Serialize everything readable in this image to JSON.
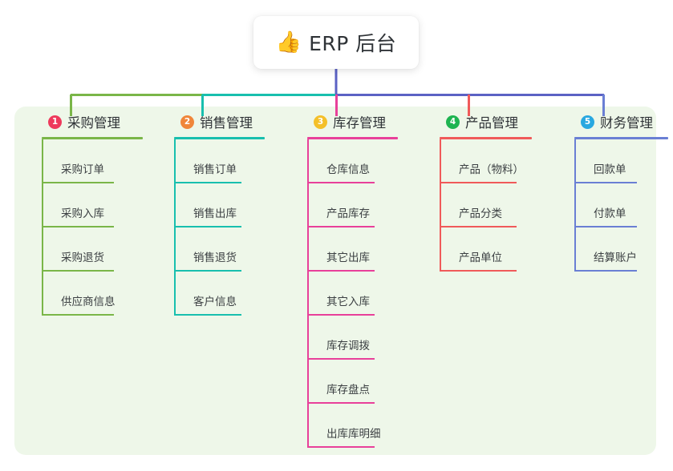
{
  "root": {
    "icon": "thumbs-up-icon",
    "icon_glyph": "👍",
    "title": "ERP 后台"
  },
  "panel": {
    "background_color": "#eef7e9"
  },
  "connectors": {
    "trunk_color": "#5b62c4",
    "left_bus_color": "#7ab648",
    "mid_bus_color": "#18bfae",
    "right_bus_color": "#5b62c4"
  },
  "columns": [
    {
      "number": "1",
      "title": "采购管理",
      "badge_color": "#ee3a5c",
      "line_color": "#7ab648",
      "items": [
        {
          "label": "采购订单"
        },
        {
          "label": "采购入库"
        },
        {
          "label": "采购退货"
        },
        {
          "label": "供应商信息"
        }
      ]
    },
    {
      "number": "2",
      "title": "销售管理",
      "badge_color": "#f0863a",
      "line_color": "#18bfae",
      "items": [
        {
          "label": "销售订单"
        },
        {
          "label": "销售出库"
        },
        {
          "label": "销售退货"
        },
        {
          "label": "客户信息"
        }
      ]
    },
    {
      "number": "3",
      "title": "库存管理",
      "badge_color": "#f4c029",
      "line_color": "#e8409a",
      "items": [
        {
          "label": "仓库信息"
        },
        {
          "label": "产品库存"
        },
        {
          "label": "其它出库"
        },
        {
          "label": "其它入库"
        },
        {
          "label": "库存调拨"
        },
        {
          "label": "库存盘点"
        },
        {
          "label": "出库库明细"
        }
      ]
    },
    {
      "number": "4",
      "title": "产品管理",
      "badge_color": "#1eb451",
      "line_color": "#f05a5a",
      "items": [
        {
          "label": "产品（物料）"
        },
        {
          "label": "产品分类"
        },
        {
          "label": "产品单位"
        }
      ]
    },
    {
      "number": "5",
      "title": "财务管理",
      "badge_color": "#29a8e0",
      "line_color": "#6a7fd4",
      "items": [
        {
          "label": "回款单"
        },
        {
          "label": "付款单"
        },
        {
          "label": "结算账户"
        }
      ]
    }
  ]
}
